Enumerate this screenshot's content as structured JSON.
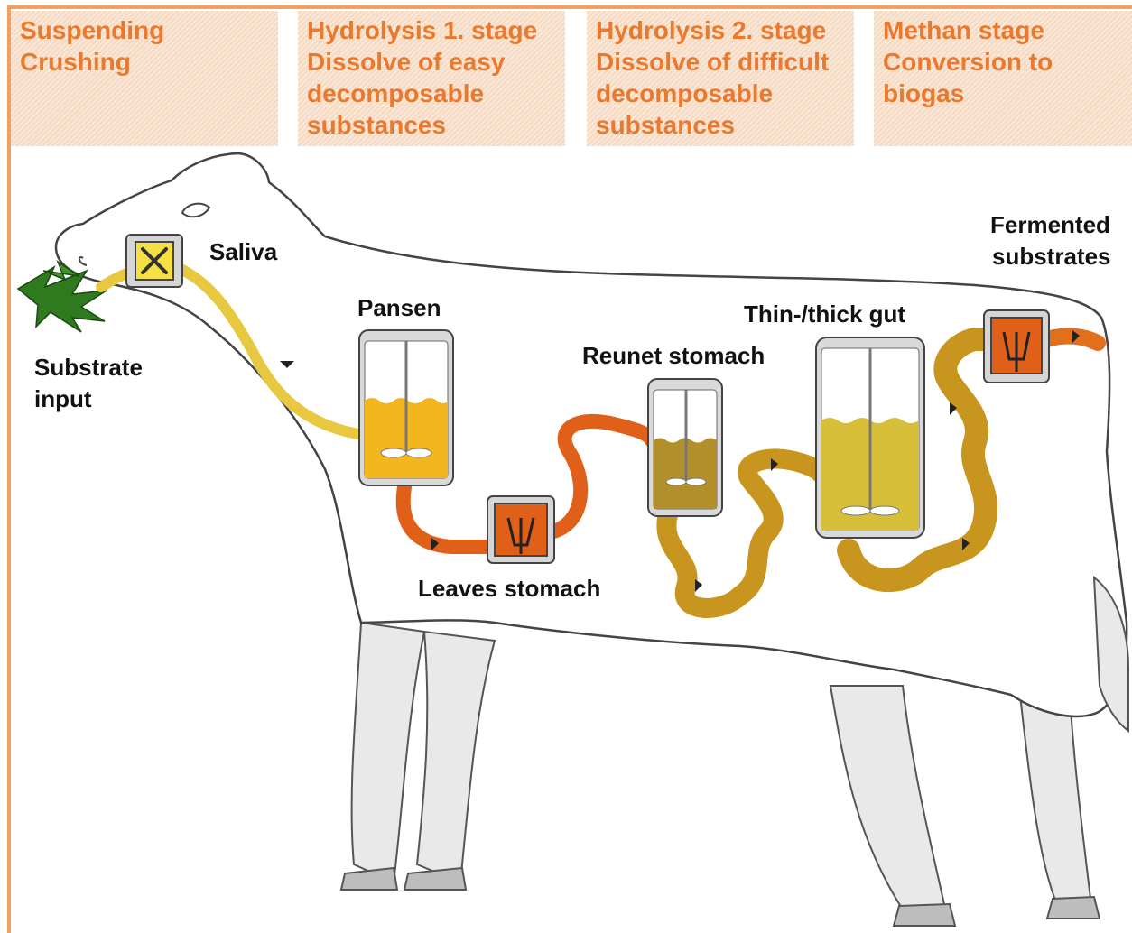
{
  "stages": [
    {
      "lines": [
        "Suspending",
        "Crushing"
      ]
    },
    {
      "lines": [
        "Hydrolysis 1. stage",
        "Dissolve of easy",
        "decomposable",
        "substances"
      ]
    },
    {
      "lines": [
        "Hydrolysis 2. stage",
        "Dissolve of difficult",
        "decomposable",
        "substances"
      ]
    },
    {
      "lines": [
        "Methan stage",
        "Conversion to",
        "biogas"
      ]
    }
  ],
  "labels": {
    "saliva": "Saliva",
    "substrate_input_1": "Substrate",
    "substrate_input_2": "input",
    "pansen": "Pansen",
    "leaves_stomach": "Leaves stomach",
    "reunet_stomach": "Reunet stomach",
    "gut": "Thin-/thick gut",
    "fermented_1": "Fermented",
    "fermented_2": "substrates"
  },
  "colors": {
    "stage_text": "#e8792e",
    "stage_bg": "#f7dcc5",
    "frame": "#f0a060",
    "tube_yellow": "#e8c840",
    "tube_orange": "#e0601a",
    "tube_brown": "#c8961e",
    "liquid_yellow": "#f3b61c",
    "liquid_brown": "#b38f2c"
  }
}
